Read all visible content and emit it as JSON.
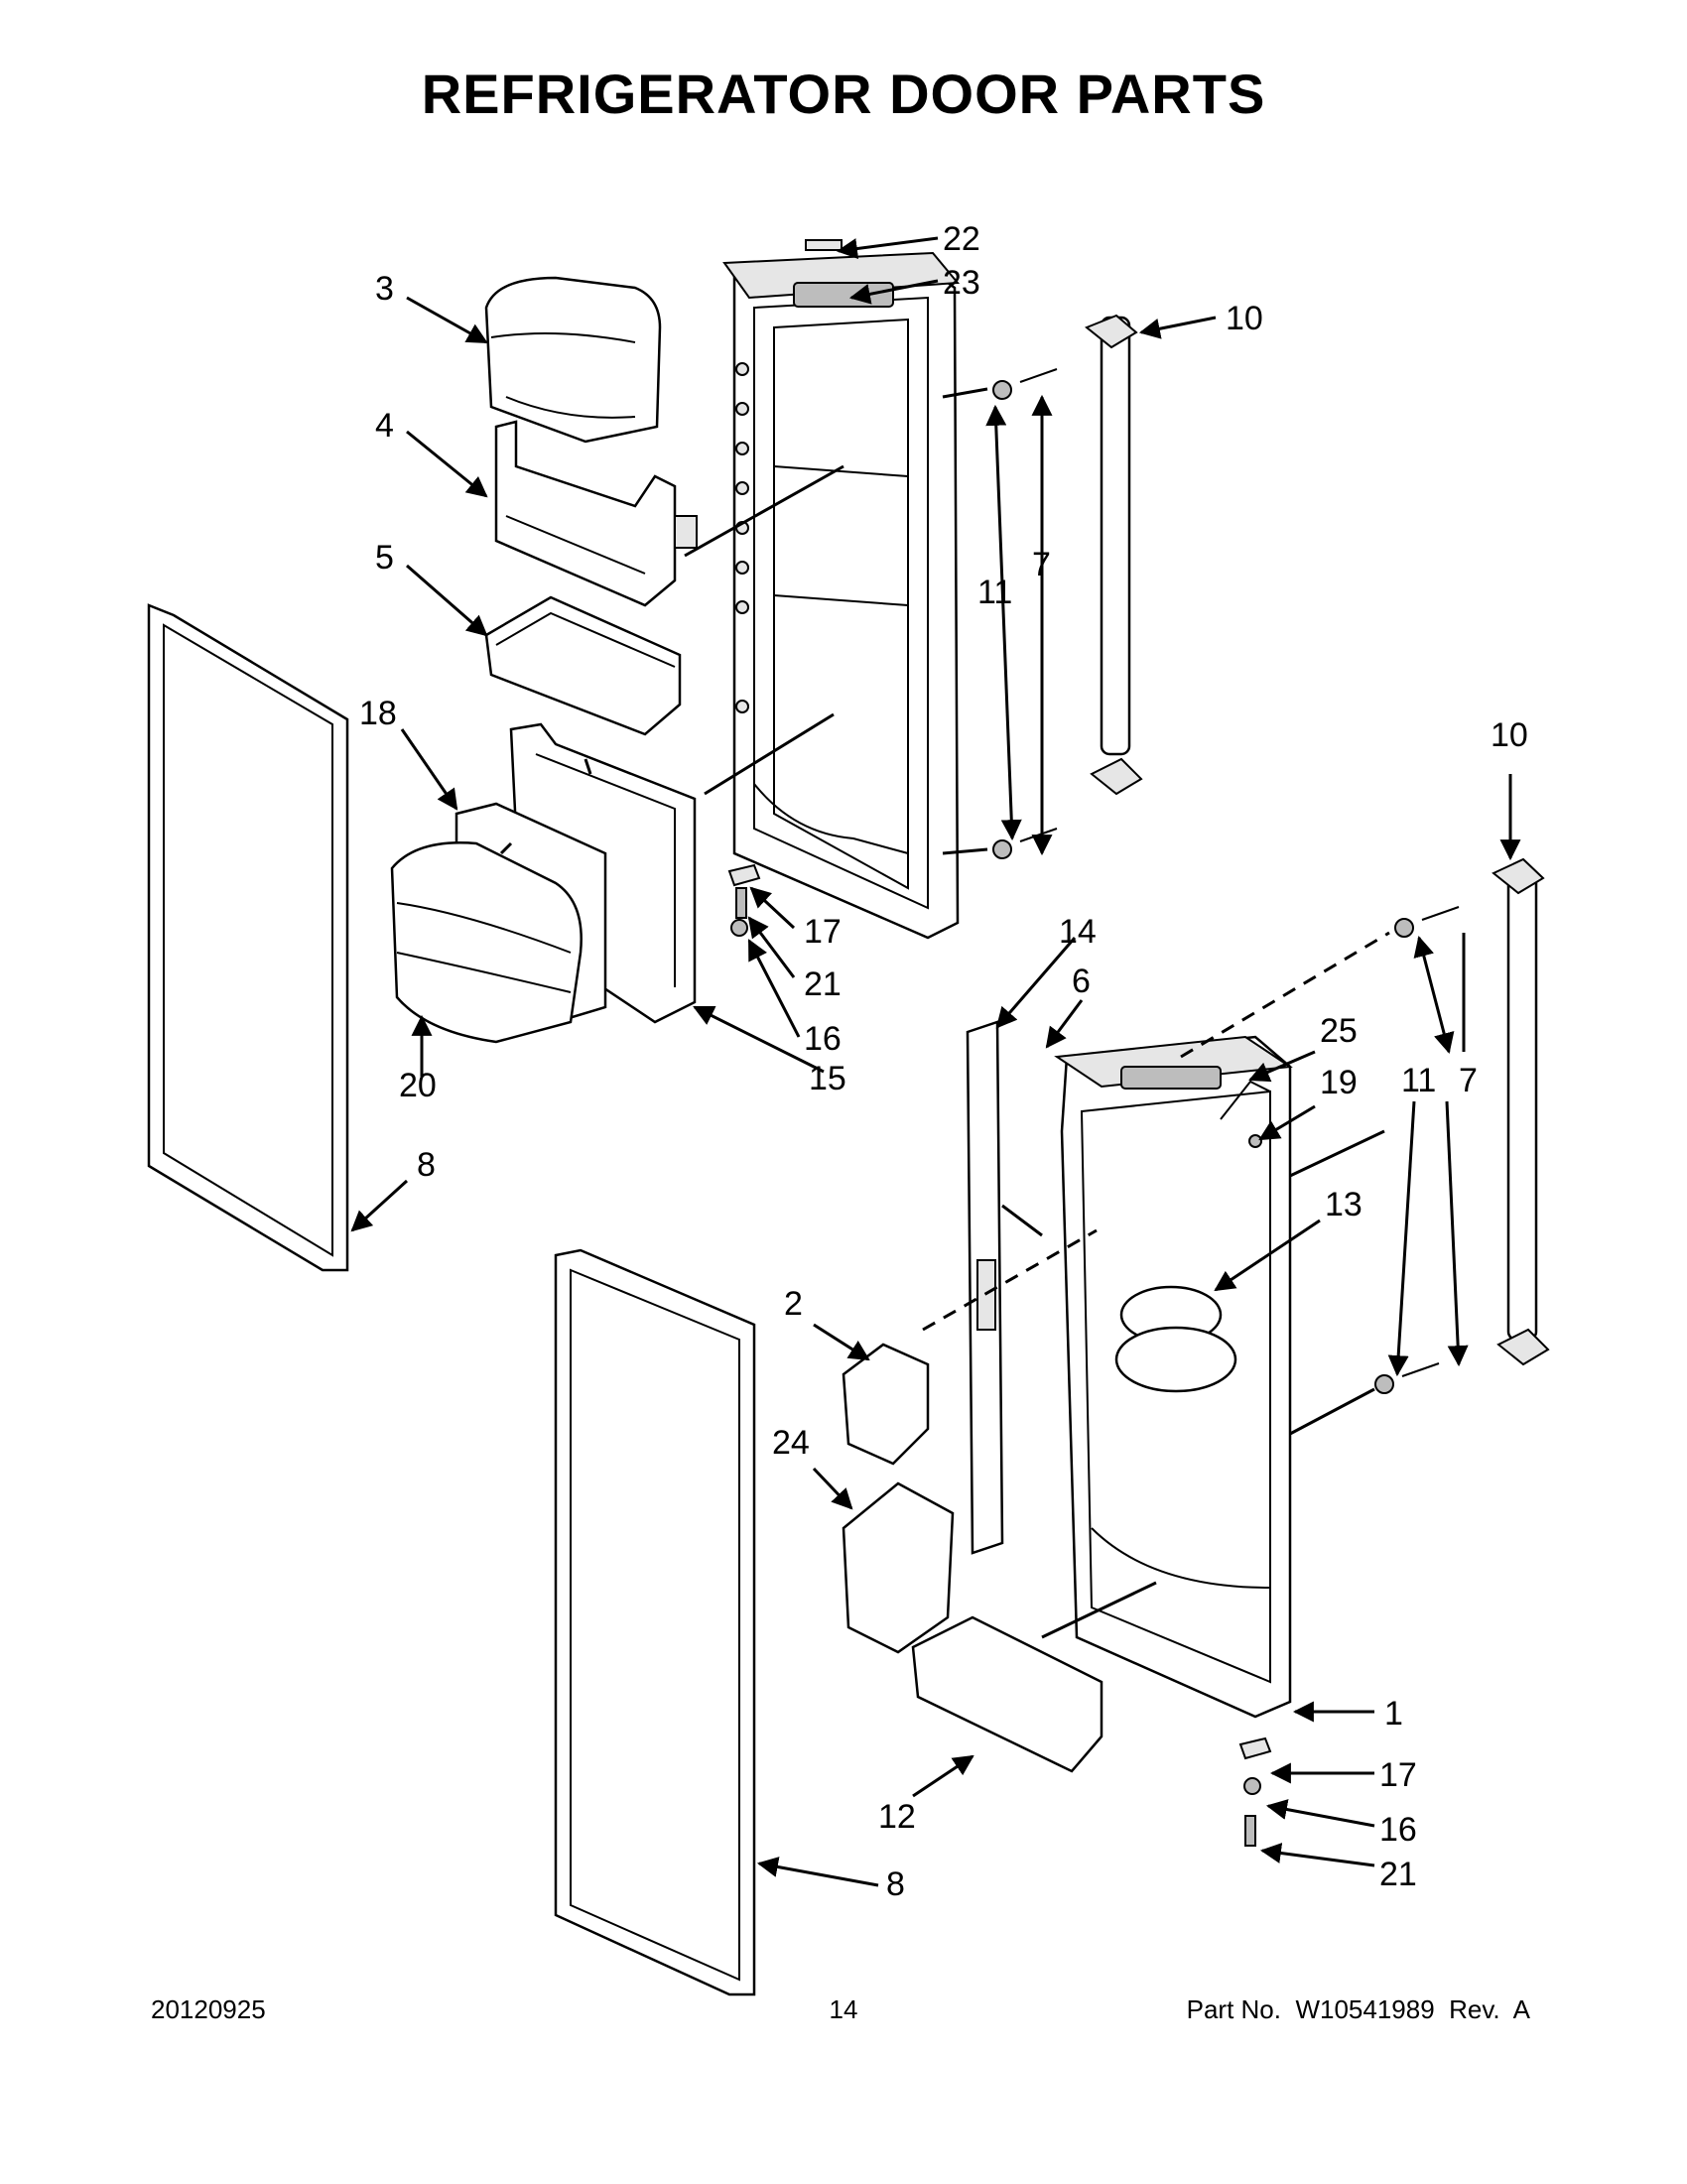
{
  "title": "REFRIGERATOR DOOR PARTS",
  "callouts": [
    "22",
    "23",
    "3",
    "10",
    "4",
    "7",
    "11",
    "5",
    "10",
    "18",
    "17",
    "21",
    "14",
    "6",
    "16",
    "25",
    "15",
    "19",
    "20",
    "7",
    "11",
    "8",
    "13",
    "2",
    "24",
    "1",
    "17",
    "16",
    "12",
    "21",
    "8"
  ],
  "footer": {
    "date": "20120925",
    "page": "14",
    "part_no": "Part No.  W10541989  Rev.  A"
  }
}
